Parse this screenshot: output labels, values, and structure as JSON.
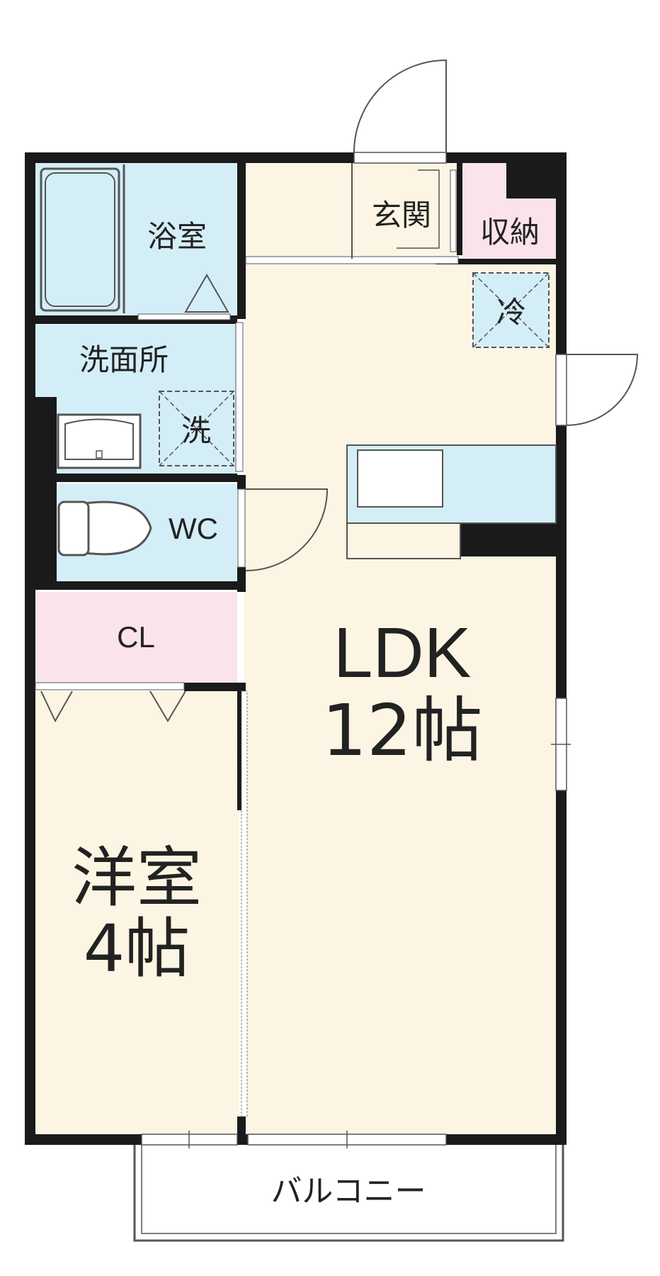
{
  "rooms": {
    "bath": "浴室",
    "washroom": "洗面所",
    "washer": "洗",
    "toilet": "WC",
    "closet": "CL",
    "entrance": "玄関",
    "storage": "収納",
    "fridge": "冷",
    "ldk": "LDK",
    "ldk_size": "12帖",
    "western_room": "洋室",
    "western_size": "4帖",
    "balcony": "バルコニー"
  },
  "colors": {
    "wall": "#1a1a1a",
    "wet_area": "#d4eef8",
    "living_floor": "#fdf5e3",
    "closet": "#fbe3ea",
    "line": "#555555"
  }
}
